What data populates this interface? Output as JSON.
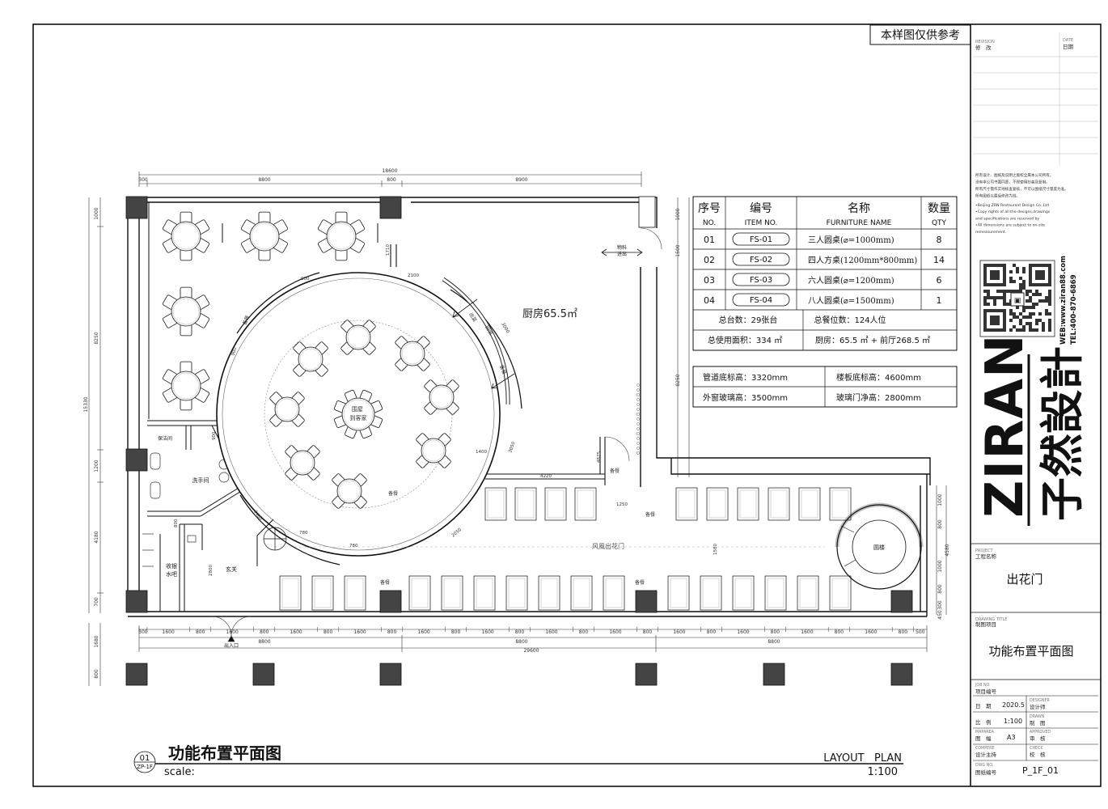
{
  "reference_note": "本样图仅供参考",
  "rooms": {
    "kitchen": "厨房65.5㎡",
    "material_passage": "物料\n进出",
    "cleaning_room": "保洁间",
    "washroom": "洗手间",
    "bar": "收银\n水吧",
    "foyer": "玄关",
    "entrance": "出入口",
    "corridor": "风風出花门",
    "stair": "圆楼",
    "hub_center": "围屋\n到客家",
    "service_labels": [
      "备餐",
      "备餐",
      "备餐",
      "备餐",
      "备餐",
      "备餐",
      "出菜",
      "回收",
      "备餐"
    ]
  },
  "dimensions": {
    "top_total": "18600",
    "top_segments": [
      "300",
      "8800",
      "800",
      "8900"
    ],
    "left_total": "15330",
    "left_segments": [
      "1000",
      "8250",
      "1200",
      "4180",
      "700"
    ],
    "right_segments": [
      "1000",
      "1500",
      "8250"
    ],
    "far_right": [
      "1000",
      "800",
      "4580",
      "1000",
      "800",
      "300",
      "450"
    ],
    "bottom_segments": [
      "300",
      "1600",
      "800",
      "1600",
      "800",
      "1600",
      "800",
      "1600",
      "800",
      "1600",
      "800",
      "1600",
      "800",
      "1600",
      "800",
      "1600",
      "800",
      "1600",
      "800",
      "1600",
      "800",
      "1600",
      "800",
      "1600",
      "800",
      "500"
    ],
    "bottom_sub": [
      "8800",
      "8800",
      "8800"
    ],
    "bottom_total": "29600",
    "bottom_left": [
      "1680",
      "800"
    ],
    "misc": [
      "1710",
      "2100",
      "900",
      "900",
      "3000",
      "3050",
      "2050",
      "1400",
      "4220",
      "1250",
      "4875",
      "1580",
      "2800",
      "800",
      "1460",
      "780",
      "780",
      "900"
    ]
  },
  "furniture_table": {
    "headers_cn": [
      "序号",
      "编号",
      "名称",
      "数量"
    ],
    "headers_en": [
      "NO.",
      "ITEM  NO.",
      "FURNITURE  NAME",
      "QTY"
    ],
    "rows": [
      {
        "no": "01",
        "code": "FS-01",
        "name": "三人圆桌(⌀=1000mm)",
        "qty": "8"
      },
      {
        "no": "02",
        "code": "FS-02",
        "name": "四人方桌(1200mm*800mm)",
        "qty": "14"
      },
      {
        "no": "03",
        "code": "FS-03",
        "name": "六人圆桌(⌀=1200mm)",
        "qty": "6"
      },
      {
        "no": "04",
        "code": "FS-04",
        "name": "八人圆桌(⌀=1500mm)",
        "qty": "1"
      }
    ],
    "total_tables": "总台数：29张台",
    "total_seats": "总餐位数：124人位",
    "total_area": "总使用面积：334 ㎡",
    "area_split": "厨房：65.5 ㎡  + 前厅268.5 ㎡"
  },
  "height_table": [
    [
      "管道底标高：3320mm",
      "楼板底标高：4600mm"
    ],
    [
      "外窗玻璃高：3500mm",
      "玻璃门净高：2800mm"
    ]
  ],
  "title_block": {
    "revision_en": "REVISION",
    "revision_cn": "修　改",
    "date_en": "DATE",
    "date_cn": "日期",
    "copyright_cn": [
      "所有设计、图纸及说明之版权全属本公司所有。",
      "没有本公司书面同意，不得使用抄袭及复制。",
      "所有尺寸需作实地核查复核，不可以图纸尺寸量度为准。",
      "所有图纸以最后修改为准。"
    ],
    "copyright_en": [
      "•Beijing ZRN Restaurant Design Co.,Ltd",
      "•Copy rights of all the designs,drawings",
      "  and specifications  are reserved by",
      "•All dimensions are subject to on-site",
      "  remeasurement."
    ],
    "web": "WEB:www.ziran88.com",
    "tel": "TEL:400-870-6869",
    "brand_latin": "ZIRAN",
    "brand_cn": "子然設計",
    "project_en": "PROJECT",
    "project_cn": "工程名称",
    "project_name": "出花门",
    "drawing_title_en": "DRAWING TITLE",
    "drawing_title_cn": "制图项目",
    "drawing_title": "功能布置平面图",
    "job_en": "JOB NO.",
    "job_cn": "项目编号",
    "date_label": "日　期",
    "date_value": "2020.5",
    "designer_en": "DESIGNER",
    "designer_cn": "设计师",
    "scale_label": "比　例",
    "scale_value": "1:100",
    "drawn_en": "DRAWN",
    "drawn_cn": "制　图",
    "size_en": "MAPAREA",
    "size_cn": "图　幅",
    "size_value": "A3",
    "approved_en": "APPROVED",
    "approved_cn": "审　核",
    "compere_en": "COMPERE",
    "compere_cn": "设计主持",
    "check_en": "CHECK",
    "check_cn": "校　核",
    "dwg_en": "DWG NO.",
    "dwg_cn": "图纸编号",
    "dwg_value": "P_1F_01"
  },
  "footer": {
    "sheet_no": "01",
    "sheet_ref": "ZP-1F",
    "title_cn": "功能布置平面图",
    "scale_word": "scale:",
    "title_en": "LAYOUT   PLAN",
    "scale_value": "1:100"
  }
}
